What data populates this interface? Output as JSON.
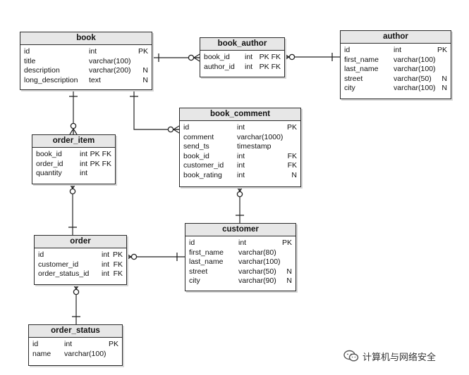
{
  "diagram": {
    "entities": {
      "book": {
        "name": "book",
        "columns": [
          {
            "name": "id",
            "type": "int",
            "key": "PK"
          },
          {
            "name": "title",
            "type": "varchar(100)",
            "key": ""
          },
          {
            "name": "description",
            "type": "varchar(200)",
            "key": "N"
          },
          {
            "name": "long_description",
            "type": "text",
            "key": "N"
          }
        ]
      },
      "book_author": {
        "name": "book_author",
        "columns": [
          {
            "name": "book_id",
            "type": "int",
            "key": "PK FK"
          },
          {
            "name": "author_id",
            "type": "int",
            "key": "PK FK"
          }
        ]
      },
      "author": {
        "name": "author",
        "columns": [
          {
            "name": "id",
            "type": "int",
            "key": "PK"
          },
          {
            "name": "first_name",
            "type": "varchar(100)",
            "key": ""
          },
          {
            "name": "last_name",
            "type": "varchar(100)",
            "key": ""
          },
          {
            "name": "street",
            "type": "varchar(50)",
            "key": "N"
          },
          {
            "name": "city",
            "type": "varchar(100)",
            "key": "N"
          }
        ]
      },
      "book_comment": {
        "name": "book_comment",
        "columns": [
          {
            "name": "id",
            "type": "int",
            "key": "PK"
          },
          {
            "name": "comment",
            "type": "varchar(1000)",
            "key": ""
          },
          {
            "name": "send_ts",
            "type": "timestamp",
            "key": ""
          },
          {
            "name": "book_id",
            "type": "int",
            "key": "FK"
          },
          {
            "name": "customer_id",
            "type": "int",
            "key": "FK"
          },
          {
            "name": "book_rating",
            "type": "int",
            "key": "N"
          }
        ]
      },
      "order_item": {
        "name": "order_item",
        "columns": [
          {
            "name": "book_id",
            "type": "int",
            "key": "PK FK"
          },
          {
            "name": "order_id",
            "type": "int",
            "key": "PK FK"
          },
          {
            "name": "quantity",
            "type": "int",
            "key": ""
          }
        ]
      },
      "order": {
        "name": "order",
        "columns": [
          {
            "name": "id",
            "type": "int",
            "key": "PK"
          },
          {
            "name": "customer_id",
            "type": "int",
            "key": "FK"
          },
          {
            "name": "order_status_id",
            "type": "int",
            "key": "FK"
          }
        ]
      },
      "customer": {
        "name": "customer",
        "columns": [
          {
            "name": "id",
            "type": "int",
            "key": "PK"
          },
          {
            "name": "first_name",
            "type": "varchar(80)",
            "key": ""
          },
          {
            "name": "last_name",
            "type": "varchar(100)",
            "key": ""
          },
          {
            "name": "street",
            "type": "varchar(50)",
            "key": "N"
          },
          {
            "name": "city",
            "type": "varchar(90)",
            "key": "N"
          }
        ]
      },
      "order_status": {
        "name": "order_status",
        "columns": [
          {
            "name": "id",
            "type": "int",
            "key": "PK"
          },
          {
            "name": "name",
            "type": "varchar(100)",
            "key": ""
          }
        ]
      }
    },
    "relationships": [
      {
        "from": "book",
        "to": "book_author",
        "from_end": "one",
        "to_end": "zero-or-many"
      },
      {
        "from": "author",
        "to": "book_author",
        "from_end": "one",
        "to_end": "zero-or-many"
      },
      {
        "from": "book",
        "to": "order_item",
        "from_end": "one",
        "to_end": "zero-or-many"
      },
      {
        "from": "book",
        "to": "book_comment",
        "from_end": "one",
        "to_end": "zero-or-many"
      },
      {
        "from": "customer",
        "to": "book_comment",
        "from_end": "one",
        "to_end": "zero-or-many"
      },
      {
        "from": "order",
        "to": "order_item",
        "from_end": "one",
        "to_end": "zero-or-many"
      },
      {
        "from": "customer",
        "to": "order",
        "from_end": "one",
        "to_end": "zero-or-many"
      },
      {
        "from": "order_status",
        "to": "order",
        "from_end": "one",
        "to_end": "zero-or-many"
      }
    ],
    "line_color": "#222222",
    "header_fill": "#e7e7e7"
  },
  "watermark": {
    "icon": "wechat-icon",
    "text": "计算机与网络安全"
  }
}
